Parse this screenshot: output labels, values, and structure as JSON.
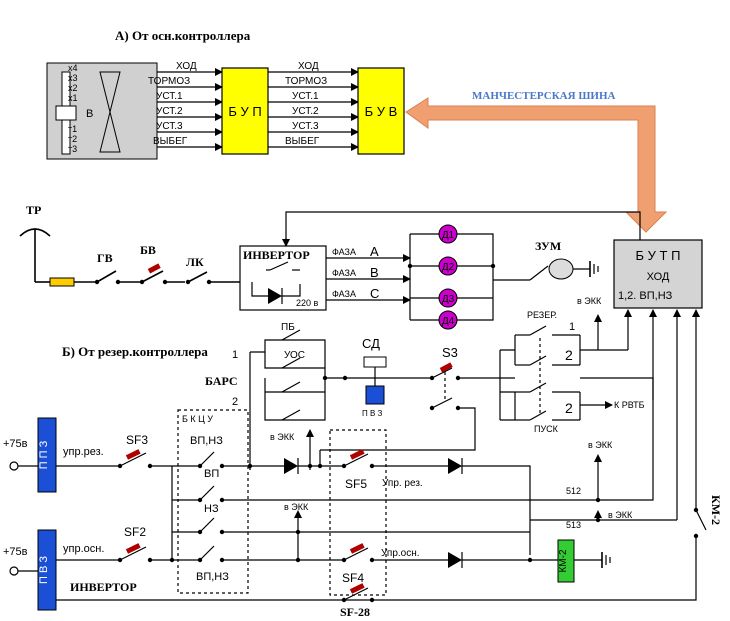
{
  "sections": {
    "a_title": "А) От осн.контроллера",
    "b_title": "Б) От резер.контроллера"
  },
  "controller": {
    "positions": [
      "x4",
      "x3",
      "x2",
      "x1",
      "т1",
      "т2",
      "т3"
    ],
    "marker": "B"
  },
  "bup": {
    "label": "Б У П"
  },
  "buv": {
    "label": "Б У В"
  },
  "signals_in": [
    "ХОД",
    "ТОРМОЗ",
    "УСТ.1",
    "УСТ.2",
    "УСТ.3",
    "ВЫБЕГ"
  ],
  "signals_out": [
    "ХОД",
    "ТОРМОЗ",
    "УСТ.1",
    "УСТ.2",
    "УСТ.3",
    "ВЫБЕГ"
  ],
  "bus": {
    "label": "МАНЧЕСТЕРСКАЯ ШИНА"
  },
  "power": {
    "tr": "ТР",
    "gv": "ГВ",
    "bv": "БВ",
    "lk": "ЛК"
  },
  "inverter": {
    "label": "ИНВЕРТОР",
    "voltage": "220 в"
  },
  "phases": [
    {
      "label": "ФАЗА",
      "letter": "А"
    },
    {
      "label": "ФАЗА",
      "letter": "В"
    },
    {
      "label": "ФАЗА",
      "letter": "С"
    }
  ],
  "motors": [
    "Д1",
    "Д2",
    "Д3",
    "Д4"
  ],
  "zum": "ЗУМ",
  "butp": {
    "title": "Б У Т П",
    "mode": "ХОД",
    "sub": "1,2. ВП,НЗ"
  },
  "labels": {
    "v_ekk": "в ЭКК",
    "pb": "ПБ",
    "uos": "УОС",
    "sd": "СД",
    "pvz_small": "П В З",
    "s3": "S3",
    "rezer": "РЕЗЕР.",
    "pusk": "ПУСК",
    "k_rvtb": "К РВТБ",
    "bars": "БАРС",
    "n1": "1",
    "n2": "2",
    "bkcu": "Б К Ц У",
    "vp_nz": "ВП,НЗ",
    "vp": "ВП",
    "nz": "НЗ",
    "sf3": "SF3",
    "sf2": "SF2",
    "sf5": "SF5",
    "sf4": "SF4",
    "sf28": "SF-28",
    "upr_rez": "упр.рез.",
    "upr_osn": "упр.осн.",
    "upr_rez2": "Упр. рез.",
    "upr_osn2": "Упр.осн.",
    "w512": "512",
    "w513": "513",
    "km2": "КМ-2",
    "km2_contact": "КМ-2",
    "plus75": "+75в",
    "ppz": "П П З",
    "pvz": "П В З",
    "inverter2": "ИНВЕРТОР"
  },
  "colors": {
    "block_yellow": "#ffff00",
    "butp_gray": "#d4d4d4",
    "motor_magenta": "#cc00cc",
    "km_green": "#33cc33",
    "pvz_blue": "#1a4fd6",
    "bus_orange": "#f0a070",
    "bus_text": "#4a78c8",
    "fuse_red": "#b00000"
  }
}
